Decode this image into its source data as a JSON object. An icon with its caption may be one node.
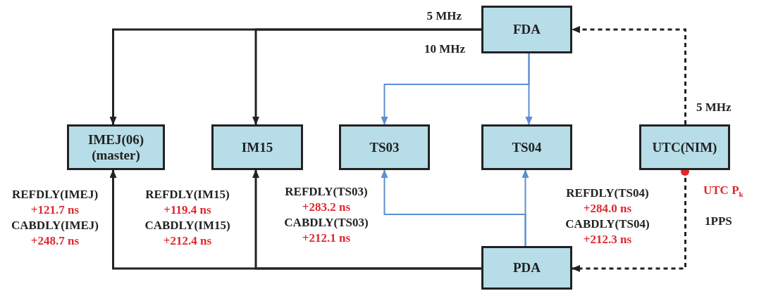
{
  "diagram": {
    "nodes": [
      {
        "text": [
          "FDA"
        ]
      },
      {
        "text": [
          "IMEJ(06) (master)"
        ]
      },
      {
        "text": [
          "IM15"
        ]
      },
      {
        "text": [
          "TS03"
        ]
      },
      {
        "text": [
          "TS04"
        ]
      },
      {
        "text": [
          "UTC(NIM)"
        ]
      },
      {
        "text": [
          "PDA"
        ]
      }
    ],
    "edges": [
      {
        "from": 0,
        "to": 1,
        "arrow": "to"
      },
      {
        "from": 0,
        "to": 2,
        "arrow": "to"
      },
      {
        "from": 0,
        "to": 3,
        "arrow": "to",
        "color": "#5b8fd0"
      },
      {
        "from": 0,
        "to": 4,
        "arrow": "to",
        "color": "#5b8fd0"
      },
      {
        "from": 6,
        "to": 3,
        "arrow": "to",
        "color": "#5b8fd0"
      },
      {
        "from": 6,
        "to": 4,
        "arrow": "to",
        "color": "#5b8fd0"
      },
      {
        "from": 6,
        "to": 1,
        "arrow": "to"
      },
      {
        "from": 6,
        "to": 2,
        "arrow": "to"
      },
      {
        "from": 5,
        "to": 0,
        "arrow": "to",
        "style": "dashed"
      },
      {
        "from": 5,
        "to": 6,
        "arrow": "to",
        "style": "dashed"
      }
    ],
    "labels": [
      "5 MHz",
      "10 MHz",
      "5 MHz",
      "REFDLY(IMEJ)",
      "+121.7 ns",
      "CABDLY(IMEJ)",
      "+248.7 ns",
      "REFDLY(IM15)",
      "+119.4 ns",
      "CABDLY(IM15)",
      "+212.4 ns",
      "REFDLY(TS03)",
      "+283.2 ns",
      "CABDLY(TS03)",
      "+212.1 ns",
      "REFDLY(TS04)",
      "+284.0 ns",
      "CABDLY(TS04)",
      "+212.3 ns",
      "UTC P$_{k}$",
      "1PPS"
    ]
  }
}
